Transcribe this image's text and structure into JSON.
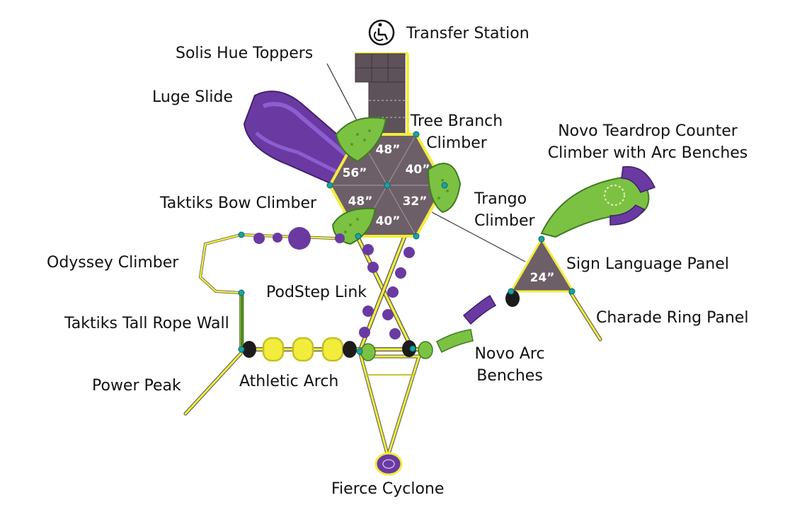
{
  "colors": {
    "post_yellow": "#f2ec3c",
    "deck_gray": "#6d5f67",
    "accent_green": "#7cc242",
    "accent_purple": "#6a3aa2",
    "teal_connector": "#17a3a6",
    "black_pod": "#1c1c1c"
  },
  "icons": {
    "transfer_station": "wheelchair-icon"
  },
  "deck_heights": {
    "hex_top": "48”",
    "hex_upper_left": "56”",
    "hex_upper_right": "40”",
    "hex_lower_left": "48”",
    "hex_lower_right": "32”",
    "hex_bottom": "40”",
    "triangle": "24”"
  },
  "labels": {
    "transfer_station": "Transfer Station",
    "solis_hue_toppers": "Solis Hue Toppers",
    "luge_slide": "Luge Slide",
    "tree_branch_climber_1": "Tree Branch",
    "tree_branch_climber_2": "Climber",
    "novo_teardrop_1": "Novo Teardrop Counter",
    "novo_teardrop_2": "Climber with Arc Benches",
    "taktiks_bow_climber": "Taktiks Bow Climber",
    "trango_climber_1": "Trango",
    "trango_climber_2": "Climber",
    "odyssey_climber": "Odyssey Climber",
    "sign_language_panel": "Sign Language Panel",
    "podstep_link": "PodStep Link",
    "taktiks_tall_rope_wall": "Taktiks Tall Rope Wall",
    "charade_ring_panel": "Charade Ring Panel",
    "novo_arc_benches_1": "Novo Arc",
    "novo_arc_benches_2": "Benches",
    "power_peak": "Power Peak",
    "athletic_arch": "Athletic Arch",
    "fierce_cyclone": "Fierce Cyclone"
  }
}
